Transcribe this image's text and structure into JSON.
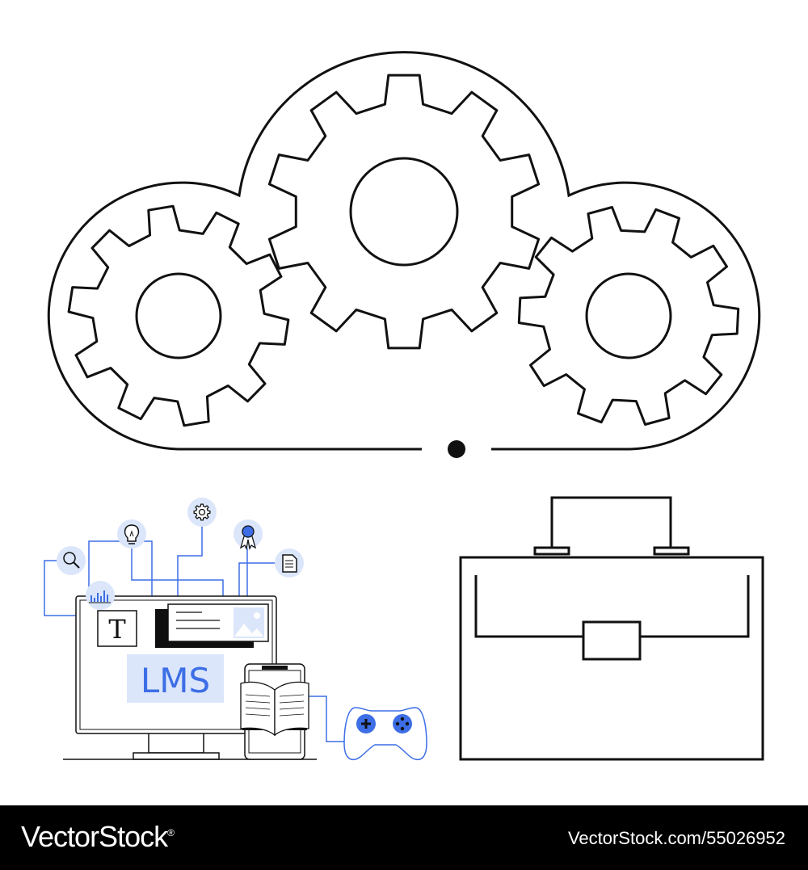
{
  "illustration": {
    "lms_label": "LMS",
    "text_icon_glyph": "T",
    "icons": [
      "gear-icon",
      "search-icon",
      "lightbulb-icon",
      "award-icon",
      "document-icon",
      "bar-chart-icon",
      "image-icon",
      "book-icon",
      "gamepad-icon",
      "briefcase-icon"
    ],
    "colors": {
      "accent": "#3d6ee6",
      "accent_light": "#dbe6fb",
      "stroke": "#111111"
    }
  },
  "footer": {
    "brand": "VectorStock",
    "brand_mark": "®",
    "url": "VectorStock.com/55026952"
  }
}
